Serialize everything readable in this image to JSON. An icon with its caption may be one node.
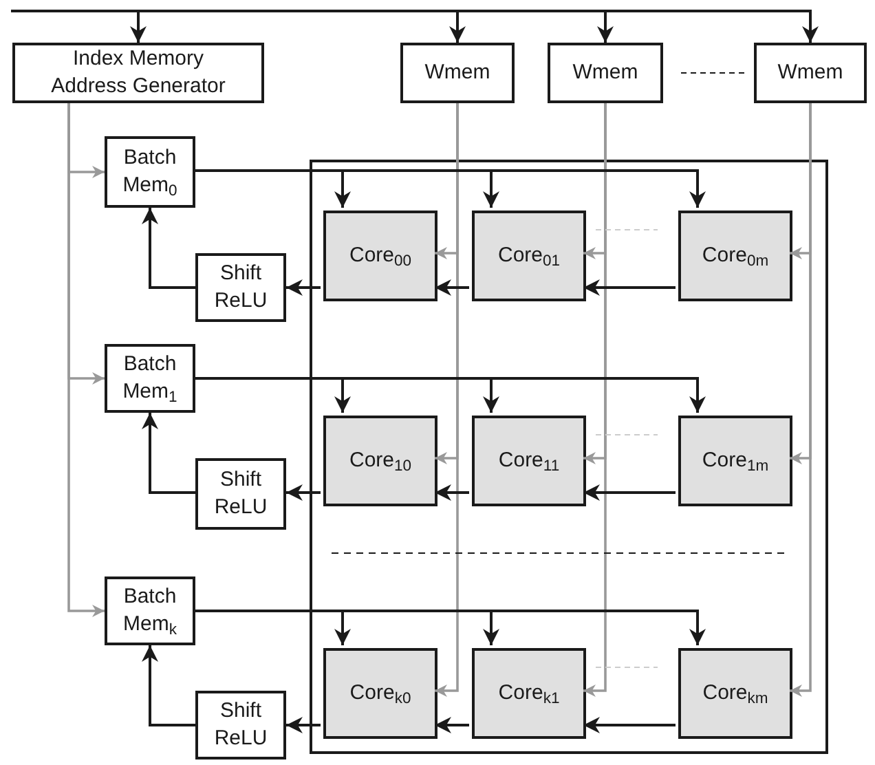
{
  "diagram": {
    "nodes": [
      {
        "text": [
          "Index Memory Address Generator"
        ]
      },
      {
        "text": [
          "Wmem"
        ]
      },
      {
        "text": [
          "Wmem"
        ]
      },
      {
        "text": [
          "Wmem"
        ]
      },
      {
        "text": [],
        "shape": "box"
      },
      {
        "text": [
          "Batch Mem$_{0}$"
        ]
      },
      {
        "text": [
          "Shift ReLU"
        ]
      },
      {
        "text": [
          "Core$_{00}$"
        ],
        "in": 4
      },
      {
        "text": [
          "Core$_{01}$"
        ],
        "in": 4
      },
      {
        "text": [
          "Core$_{0m}$"
        ],
        "in": 4
      },
      {
        "text": [
          "Batch Mem$_{1}$"
        ]
      },
      {
        "text": [
          "Shift ReLU"
        ]
      },
      {
        "text": [
          "Core$_{10}$"
        ],
        "in": 4
      },
      {
        "text": [
          "Core$_{11}$"
        ],
        "in": 4
      },
      {
        "text": [
          "Core$_{1m}$"
        ],
        "in": 4
      },
      {
        "text": [
          "Batch Mem$_{k}$"
        ]
      },
      {
        "text": [
          "Shift ReLU"
        ]
      },
      {
        "text": [
          "Core$_{k0}$"
        ],
        "in": 4
      },
      {
        "text": [
          "Core$_{k1}$"
        ],
        "in": 4
      },
      {
        "text": [
          "Core$_{km}$"
        ],
        "in": 4
      }
    ],
    "edges": [
      {
        "from": null,
        "to": 0,
        "arrow": "to"
      },
      {
        "from": null,
        "to": 1,
        "arrow": "to"
      },
      {
        "from": null,
        "to": 2,
        "arrow": "to"
      },
      {
        "from": null,
        "to": 3,
        "arrow": "to"
      },
      {
        "from": 0,
        "to": 5,
        "arrow": "to",
        "color": "#999999"
      },
      {
        "from": 0,
        "to": 10,
        "arrow": "to",
        "color": "#999999"
      },
      {
        "from": 0,
        "to": 15,
        "arrow": "to",
        "color": "#999999"
      },
      {
        "from": 1,
        "to": 7,
        "arrow": "to",
        "color": "#999999"
      },
      {
        "from": 1,
        "to": 12,
        "arrow": "to",
        "color": "#999999"
      },
      {
        "from": 1,
        "to": 17,
        "arrow": "to",
        "color": "#999999"
      },
      {
        "from": 2,
        "to": 8,
        "arrow": "to",
        "color": "#999999"
      },
      {
        "from": 2,
        "to": 13,
        "arrow": "to",
        "color": "#999999"
      },
      {
        "from": 2,
        "to": 18,
        "arrow": "to",
        "color": "#999999"
      },
      {
        "from": 3,
        "to": 9,
        "arrow": "to",
        "color": "#999999"
      },
      {
        "from": 3,
        "to": 14,
        "arrow": "to",
        "color": "#999999"
      },
      {
        "from": 3,
        "to": 19,
        "arrow": "to",
        "color": "#999999"
      },
      {
        "from": 5,
        "to": 7,
        "arrow": "to"
      },
      {
        "from": 5,
        "to": 8,
        "arrow": "to"
      },
      {
        "from": 5,
        "to": 9,
        "arrow": "to"
      },
      {
        "from": 10,
        "to": 12,
        "arrow": "to"
      },
      {
        "from": 10,
        "to": 13,
        "arrow": "to"
      },
      {
        "from": 10,
        "to": 14,
        "arrow": "to"
      },
      {
        "from": 15,
        "to": 17,
        "arrow": "to"
      },
      {
        "from": 15,
        "to": 18,
        "arrow": "to"
      },
      {
        "from": 15,
        "to": 19,
        "arrow": "to"
      },
      {
        "from": 9,
        "to": 8,
        "arrow": "to"
      },
      {
        "from": 8,
        "to": 7,
        "arrow": "to"
      },
      {
        "from": 7,
        "to": 6,
        "arrow": "to"
      },
      {
        "from": 6,
        "to": 5,
        "arrow": "to"
      },
      {
        "from": 14,
        "to": 13,
        "arrow": "to"
      },
      {
        "from": 13,
        "to": 12,
        "arrow": "to"
      },
      {
        "from": 12,
        "to": 11,
        "arrow": "to"
      },
      {
        "from": 11,
        "to": 10,
        "arrow": "to"
      },
      {
        "from": 19,
        "to": 18,
        "arrow": "to"
      },
      {
        "from": 18,
        "to": 17,
        "arrow": "to"
      },
      {
        "from": 17,
        "to": 16,
        "arrow": "to"
      },
      {
        "from": 16,
        "to": 15,
        "arrow": "to"
      }
    ]
  }
}
